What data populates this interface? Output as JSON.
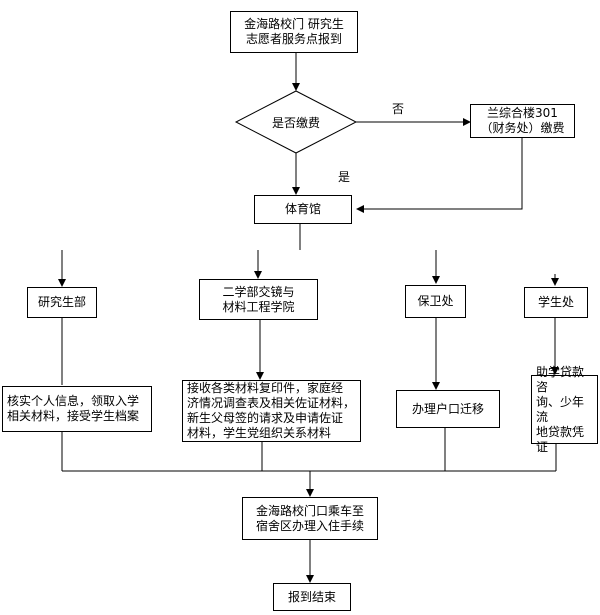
{
  "nodes": {
    "start": "金海路校门 研究生\n志愿者服务点报到",
    "decision": "是否缴费",
    "pay": "兰综合楼301\n（财务处）缴费",
    "gym": "体育馆",
    "grad": "研究生部",
    "school": "二学部交镜与\n材料工程学院",
    "security": "保卫处",
    "student": "学生处",
    "grad_task": "核实个人信息，领取入学\n相关材料，接受学生档案",
    "school_task": "接收各类材料复印件，家庭经\n济情况调查表及相关佐证材料，\n新生父母签的请求及申请佐证\n材料，学生党组织关系材料",
    "security_task": "办理户口迁移",
    "student_task": "助学贷款咨\n询、少年流\n地贷款凭证",
    "dorm": "金海路校门口乘车至\n宿舍区办理入住手续",
    "end": "报到结束"
  },
  "labels": {
    "no": "否",
    "yes": "是"
  }
}
